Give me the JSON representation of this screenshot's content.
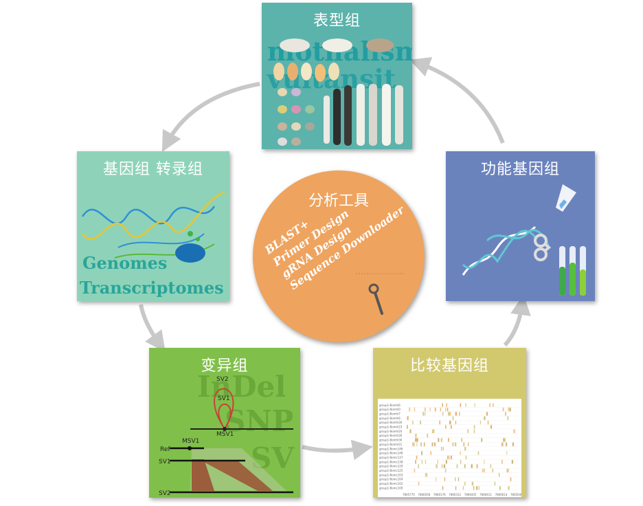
{
  "center": {
    "title": "分析工具",
    "tools": [
      "BLAST+",
      "Primer Design",
      "gRNA Design",
      "Sequence Downloader"
    ]
  },
  "cards": {
    "phenome": {
      "title": "表型组",
      "overlay_line1": "mothalism",
      "overlay_line2": "vultansit"
    },
    "genome": {
      "title": "基因组 转录组",
      "overlay_line1": "Genomes",
      "overlay_line2": "Transcriptomes"
    },
    "functional": {
      "title": "功能基因组"
    },
    "variation": {
      "title": "变异组",
      "overlay_words": [
        "InDel",
        "SNP",
        "SV"
      ],
      "labels": {
        "sv2_top": "SV2",
        "sv1_top": "SV1",
        "msv1_bottom": "MSV1",
        "msv1_top": "MSV1",
        "ref": "Ref",
        "sv1": "SV1",
        "sv2": "SV2"
      }
    },
    "comparative": {
      "title": "比较基因组",
      "rows": [
        "group1-Bomhl6",
        "group1-Bomhl0",
        "group1-Bomhl7",
        "group1-Bomhl6",
        "group1-Bomhl26",
        "group1-Bomhl23",
        "group1-Bomhl20",
        "group1-Bomhl26",
        "group1-Bomhl30",
        "group1-Bomhl21",
        "group1-Bomc146",
        "group1-Bomc148",
        "group1-Bomc137",
        "group1-Bomc138",
        "group1-Bomc129",
        "group1-Bomc125",
        "group1-Bomc103",
        "group1-Bomc104",
        "group1-Bomc102",
        "group1-Bomc100"
      ],
      "ticks": [
        "7865770",
        "7866058",
        "7866176",
        "7866312",
        "7866445",
        "7866611",
        "7866614",
        "7865046"
      ]
    }
  },
  "colors": {
    "phenome": "#5cb3ab",
    "genome": "#8ed3b9",
    "functional": "#6b83bd",
    "variation": "#80c04a",
    "comparative": "#d2c96f",
    "center": "#eea35e",
    "arrow": "#c8c8c8"
  }
}
